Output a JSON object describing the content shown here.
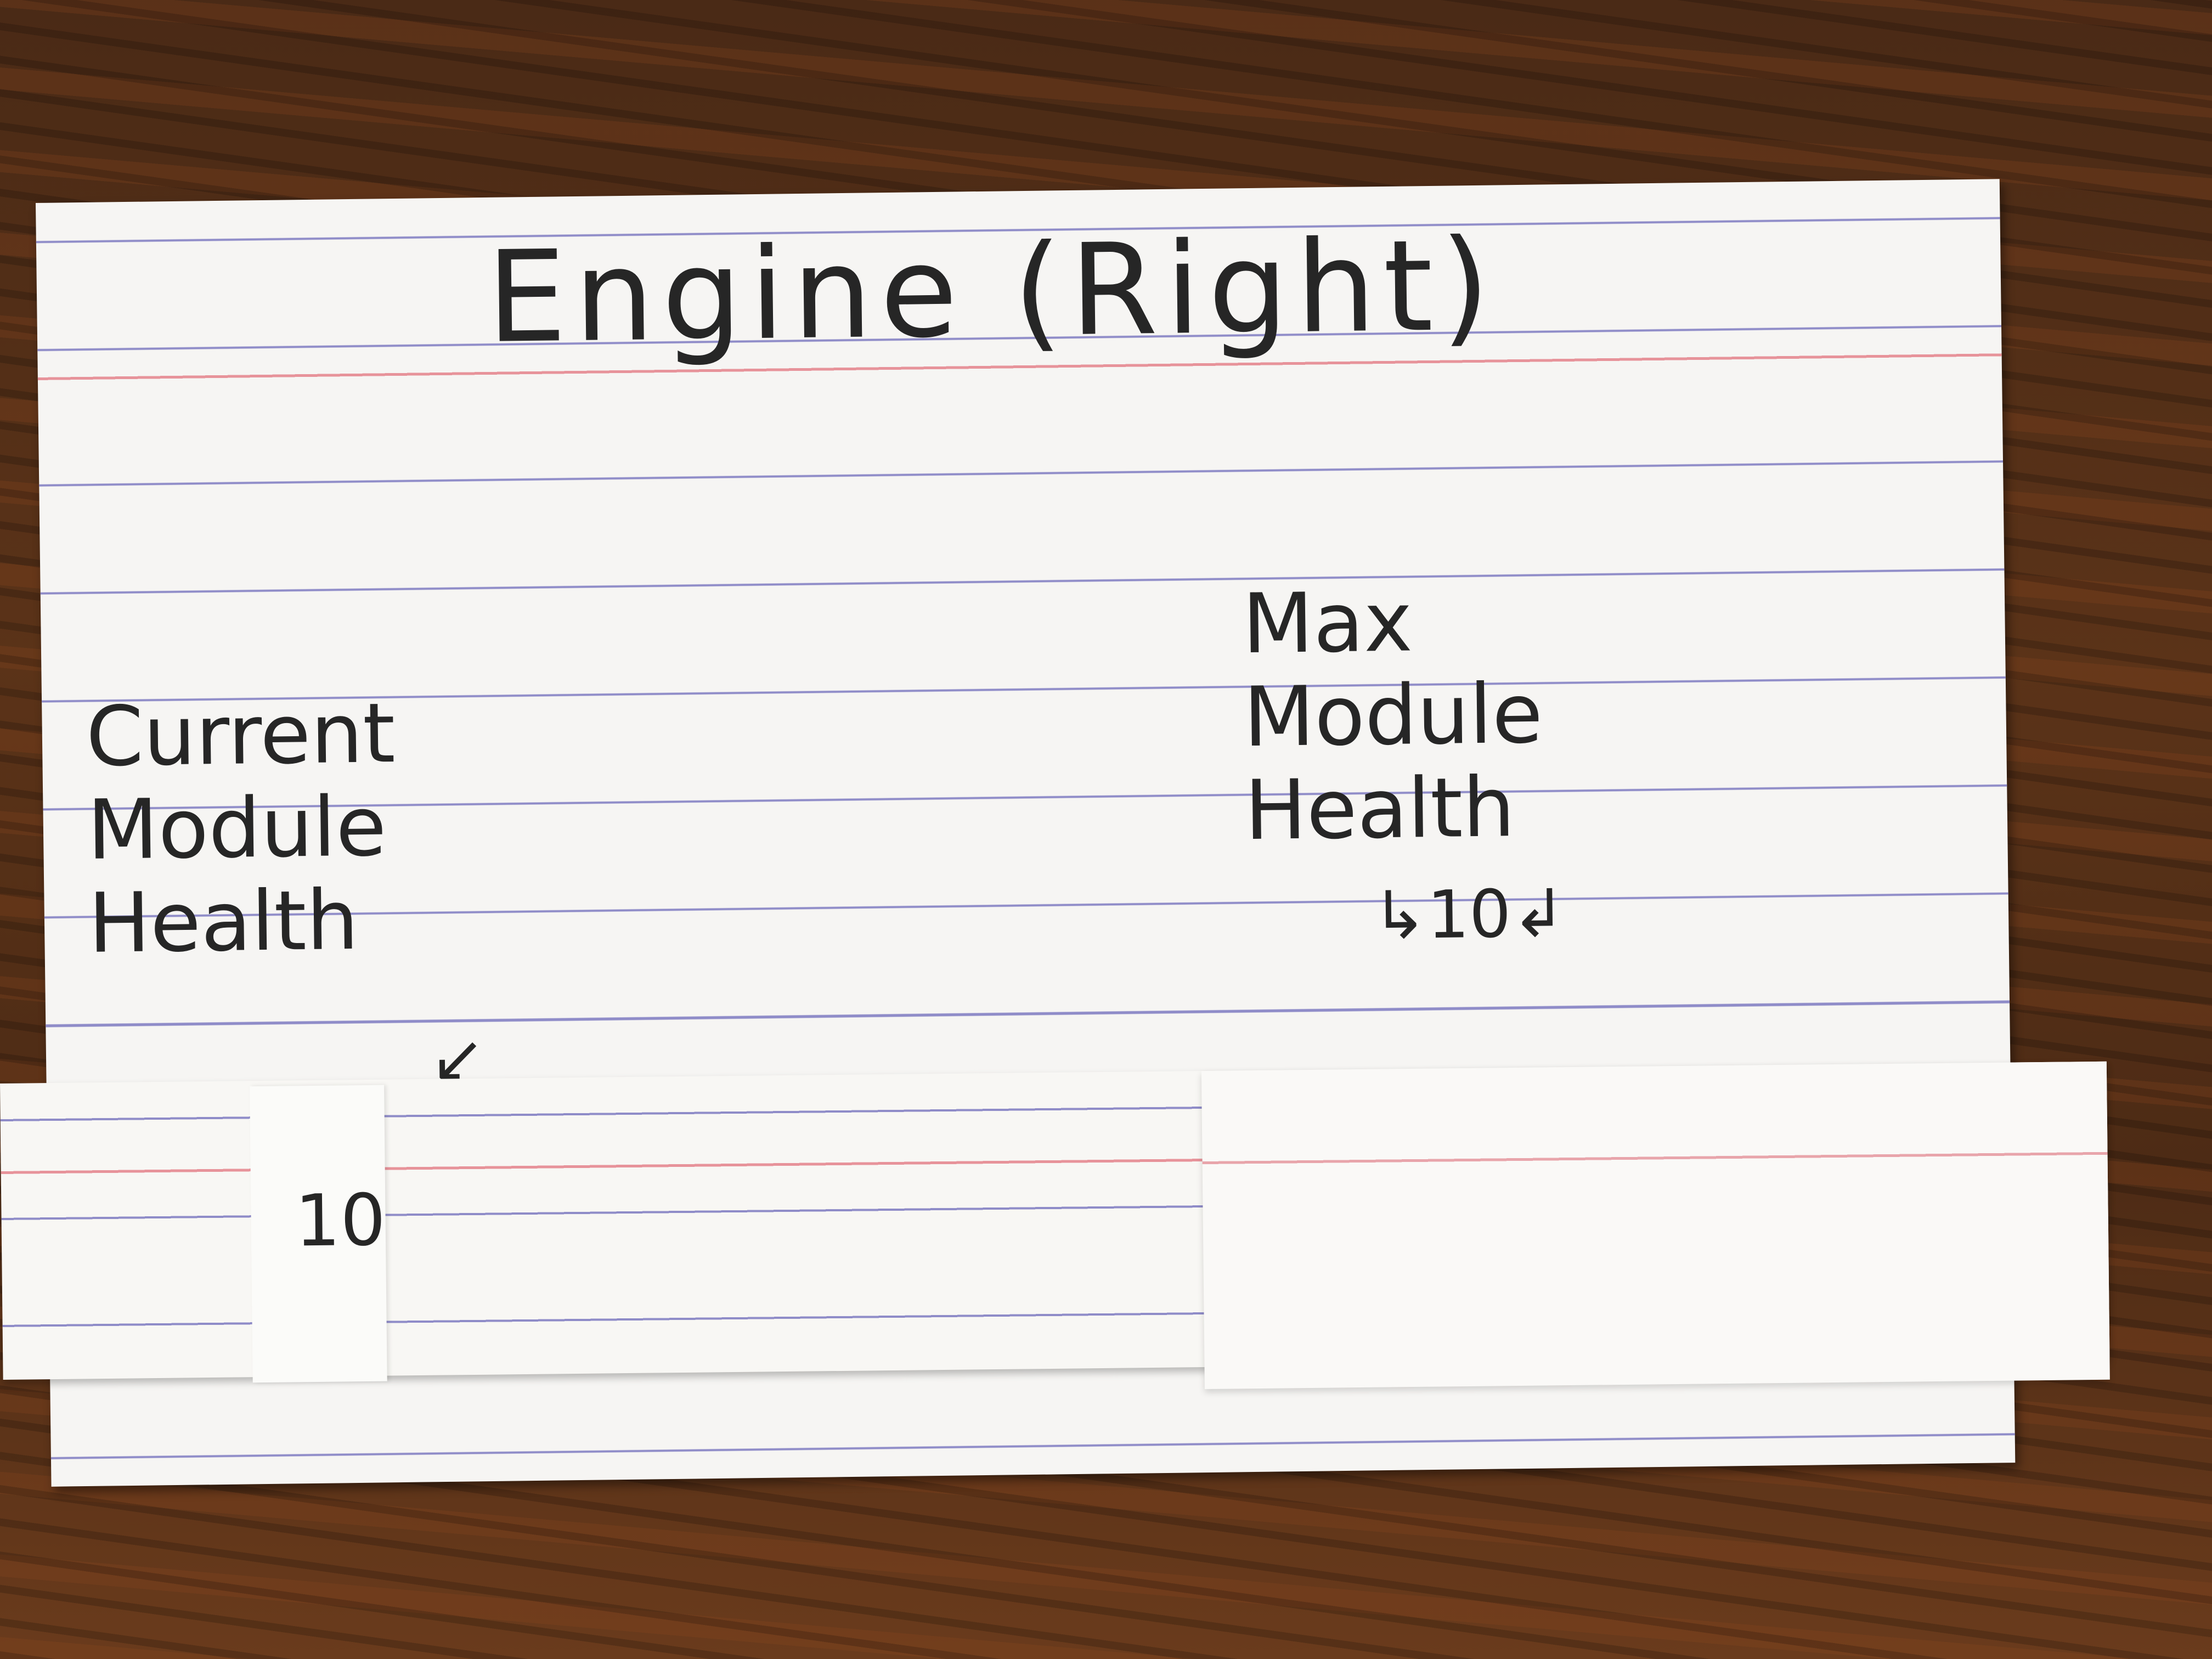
{
  "card": {
    "title": "Engine (Right)",
    "current_label": "Current Module Health",
    "max_label": "Max Module Health",
    "max_value": "10"
  },
  "slider": {
    "current_value": "10"
  },
  "colors": {
    "card": "#f6f5f3",
    "red_rule": "#e7939a",
    "blue_rule": "#8f8cc8",
    "ink": "#262626",
    "wood": "#5b3318"
  }
}
